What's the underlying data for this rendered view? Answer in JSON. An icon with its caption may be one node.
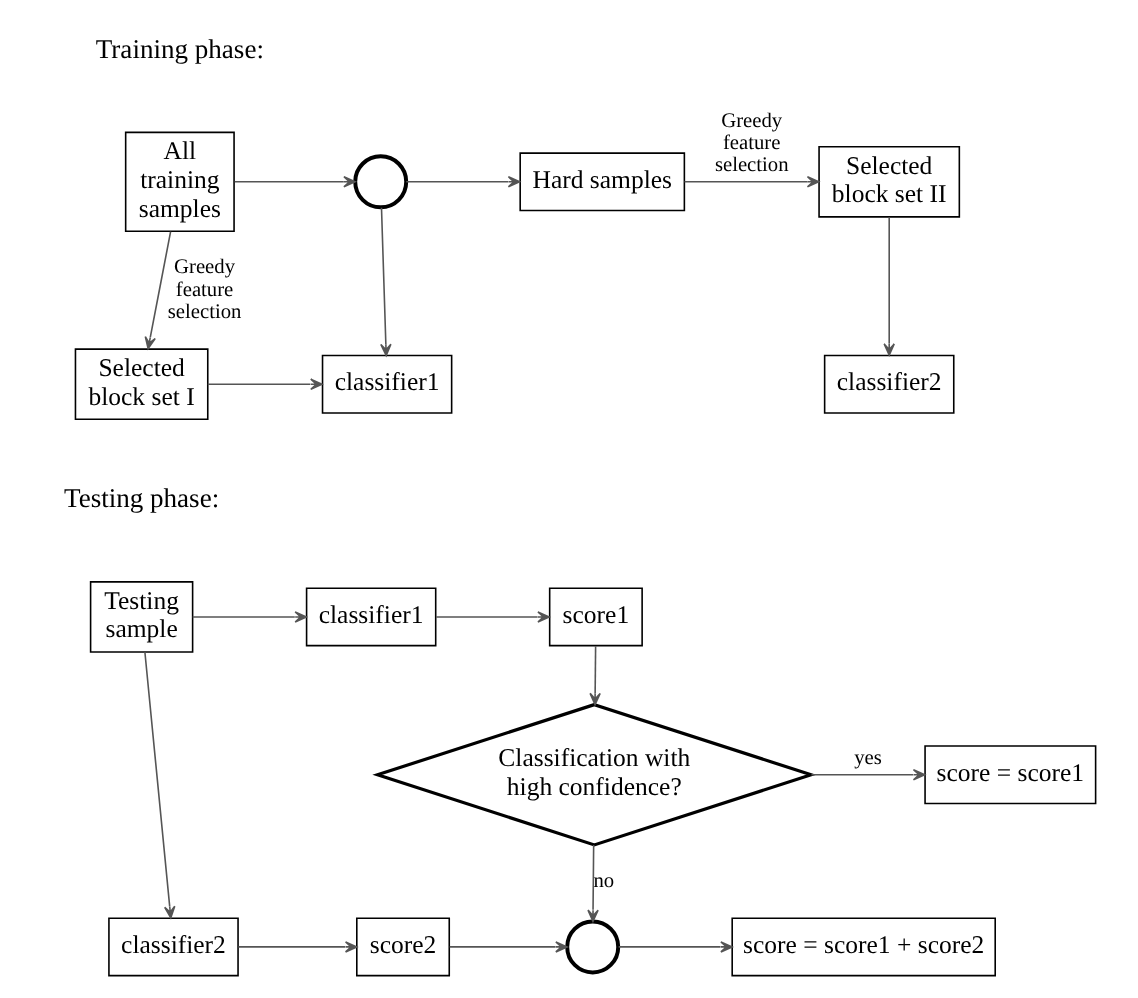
{
  "diagram": {
    "nodes": [
      {
        "text": [
          "All training samples"
        ]
      },
      {
        "text": [],
        "shape": "circle"
      },
      {
        "text": [
          "Hard samples"
        ]
      },
      {
        "text": [
          "Selected block set II"
        ]
      },
      {
        "text": [
          "Selected block set I"
        ]
      },
      {
        "text": [
          "classifier1"
        ]
      },
      {
        "text": [
          "classifier2"
        ]
      },
      {
        "text": [
          "Testing sample"
        ]
      },
      {
        "text": [
          "classifier1"
        ]
      },
      {
        "text": [
          "score1"
        ]
      },
      {
        "text": [
          "Classification with high confidence?"
        ]
      },
      {
        "text": [
          "score = score1"
        ]
      },
      {
        "text": [
          "classifier2"
        ]
      },
      {
        "text": [
          "score2"
        ]
      },
      {
        "text": [],
        "shape": "circle"
      },
      {
        "text": [
          "score = score1 + score2"
        ]
      }
    ],
    "edges": [
      {
        "from": 0,
        "to": 1,
        "arrow": "to"
      },
      {
        "from": 1,
        "to": 2,
        "arrow": "to"
      },
      {
        "from": 2,
        "to": 3,
        "arrow": "to",
        "label": "Greedy feature selection"
      },
      {
        "from": 0,
        "to": 4,
        "arrow": "to",
        "label": "Greedy feature selection"
      },
      {
        "from": 4,
        "to": 5,
        "arrow": "to"
      },
      {
        "from": 1,
        "to": 5,
        "arrow": "to"
      },
      {
        "from": 3,
        "to": 6,
        "arrow": "to"
      },
      {
        "from": 7,
        "to": 8,
        "arrow": "to"
      },
      {
        "from": 8,
        "to": 9,
        "arrow": "to"
      },
      {
        "from": 9,
        "to": 10,
        "arrow": "to"
      },
      {
        "from": 10,
        "to": 11,
        "arrow": "to",
        "label": "yes"
      },
      {
        "from": 10,
        "to": 14,
        "arrow": "to",
        "label": "no"
      },
      {
        "from": 7,
        "to": 12,
        "arrow": "to"
      },
      {
        "from": 12,
        "to": 13,
        "arrow": "to"
      },
      {
        "from": 13,
        "to": 14,
        "arrow": "to"
      },
      {
        "from": 14,
        "to": 15,
        "arrow": "to"
      }
    ],
    "labels": [
      "Training phase:",
      "Testing phase:"
    ]
  }
}
